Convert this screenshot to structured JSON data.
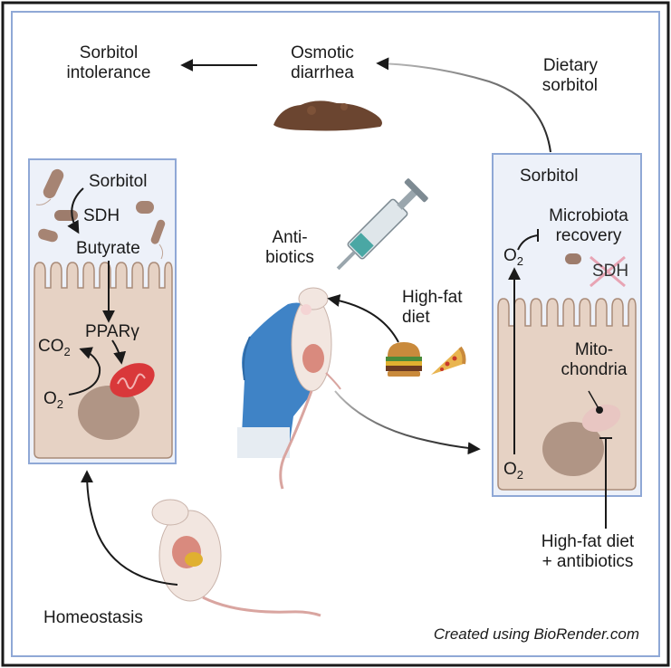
{
  "labels": {
    "sorbitol_intolerance": [
      "Sorbitol",
      "intolerance"
    ],
    "osmotic_diarrhea": [
      "Osmotic",
      "diarrhea"
    ],
    "dietary_sorbitol": [
      "Dietary",
      "sorbitol"
    ],
    "antibiotics": [
      "Anti-",
      "biotics"
    ],
    "high_fat_diet": [
      "High-fat",
      "diet"
    ],
    "homeostasis": "Homeostasis",
    "hfd_antibiotics": [
      "High-fat diet",
      "+ antibiotics"
    ],
    "credit": "Created using BioRender.com"
  },
  "left_cell": {
    "sorbitol": "Sorbitol",
    "sdh": "SDH",
    "butyrate": "Butyrate",
    "ppar": "PPARγ",
    "co": "CO",
    "co_sub": "2",
    "o": "O",
    "o_sub": "2"
  },
  "right_cell": {
    "sorbitol": "Sorbitol",
    "microbiota": [
      "Microbiota",
      "recovery"
    ],
    "o_top": "O",
    "o_top_sub": "2",
    "sdh": "SDH",
    "mito": [
      "Mito-",
      "chondria"
    ],
    "o_bottom": "O",
    "o_bottom_sub": "2"
  },
  "colors": {
    "panel_border": "#8fa8d6",
    "panel_fill": "#e9eef8",
    "cell_fill": "#e6d2c4",
    "cell_stroke": "#a98b78",
    "nucleus": "#b09585",
    "mito": "#d9383a",
    "glove": "#3f83c6",
    "mouse": "#f2e6e0",
    "stool": "#6b4530",
    "sdh_cross": "#e8a4b4"
  }
}
